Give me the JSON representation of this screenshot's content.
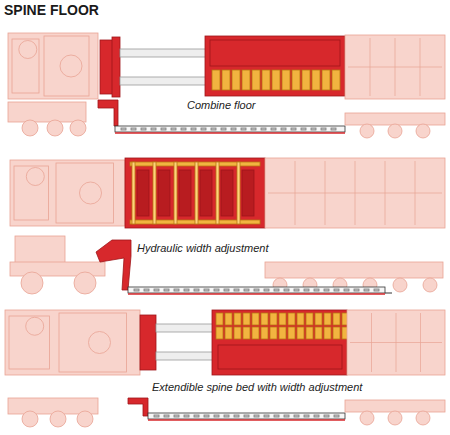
{
  "diagram": {
    "title": "SPINE FLOOR",
    "labels": [
      "Combine floor",
      "Hydraulic width adjustment",
      "Extendible spine bed with width adjustment"
    ]
  }
}
